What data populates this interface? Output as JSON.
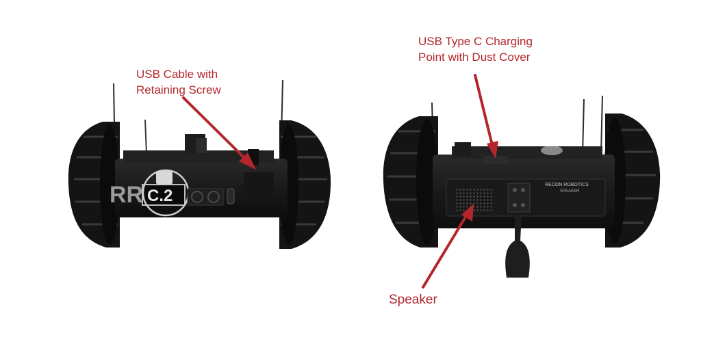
{
  "callouts": {
    "usb_cable": {
      "line1": "USB Cable with",
      "line2": "Retaining Screw"
    },
    "usb_c": {
      "line1": "USB Type C Charging",
      "line2": "Point with Dust Cover"
    },
    "speaker": {
      "label": "Speaker"
    }
  },
  "left_robot": {
    "logo": "RR",
    "badge": "C.2"
  },
  "right_robot": {
    "brand": "RECON ROBOTICS",
    "sublabel": "SPEAKER"
  },
  "colors": {
    "callout": "#b3262c",
    "body": "#1c1c1c",
    "wheel": "#141414"
  }
}
